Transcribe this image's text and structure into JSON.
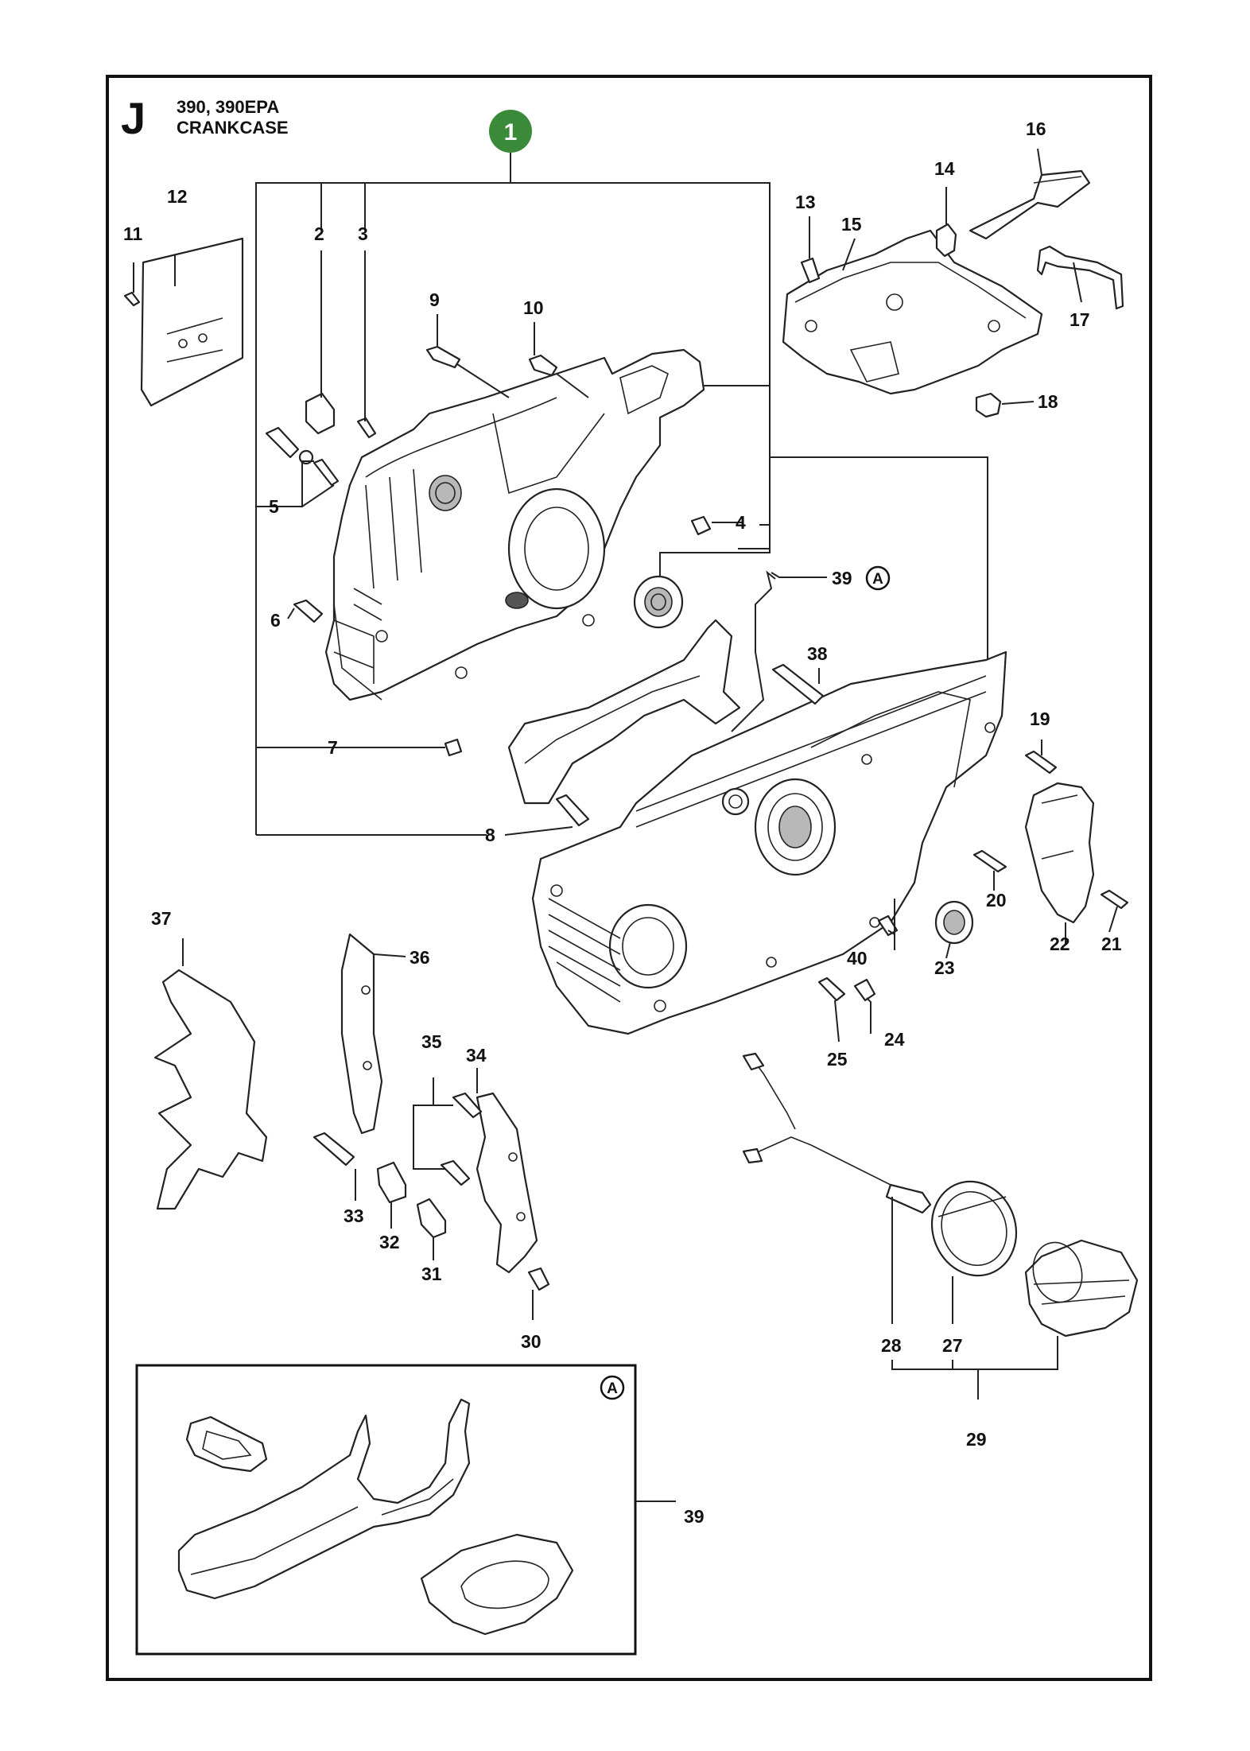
{
  "header": {
    "section_letter": "J",
    "model": "390, 390EPA",
    "title": "CRANKCASE"
  },
  "assembly_badge": {
    "number": "1",
    "color": "#3a8a3a"
  },
  "detail_marker": "A",
  "callouts": [
    "2",
    "3",
    "4",
    "5",
    "6",
    "7",
    "8",
    "9",
    "10",
    "11",
    "12",
    "13",
    "14",
    "15",
    "16",
    "17",
    "18",
    "19",
    "20",
    "21",
    "22",
    "23",
    "24",
    "25",
    "27",
    "28",
    "29",
    "30",
    "31",
    "32",
    "33",
    "34",
    "35",
    "36",
    "37",
    "38",
    "39",
    "39",
    "40"
  ],
  "colors": {
    "line": "#222222",
    "badge": "#3a8a3a",
    "shade": "#b8b8b8"
  }
}
